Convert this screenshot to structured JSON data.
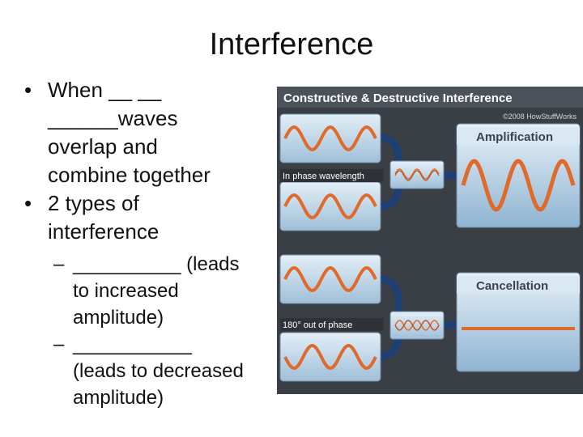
{
  "slide": {
    "title": "Interference",
    "bullets": [
      {
        "marker": "•",
        "lines": [
          "When __ __",
          "______waves",
          "overlap and",
          "combine together"
        ]
      },
      {
        "marker": "•",
        "lines": [
          "2 types of",
          "interference"
        ]
      }
    ],
    "sub_bullets": [
      {
        "marker": "–",
        "lines": [
          "__________  (leads",
          "to increased",
          "amplitude)"
        ]
      },
      {
        "marker": "–",
        "lines": [
          "___________",
          "(leads to decreased",
          "amplitude)"
        ]
      }
    ]
  },
  "figure": {
    "header": "Constructive & Destructive Interference",
    "copyright": "©2008 HowStuffWorks",
    "label_in_phase": "In phase wavelength",
    "label_out_phase": "180° out of phase",
    "result_top": "Amplification",
    "result_bottom": "Cancellation",
    "colors": {
      "background": "#3a3f46",
      "header_bar": "#4c525a",
      "panel_light": "#d6e8f3",
      "panel_mid": "#a9c6dd",
      "wave": "#e06a2a",
      "pipe": "#1e3f73",
      "label_bar": "#2f3338"
    }
  }
}
